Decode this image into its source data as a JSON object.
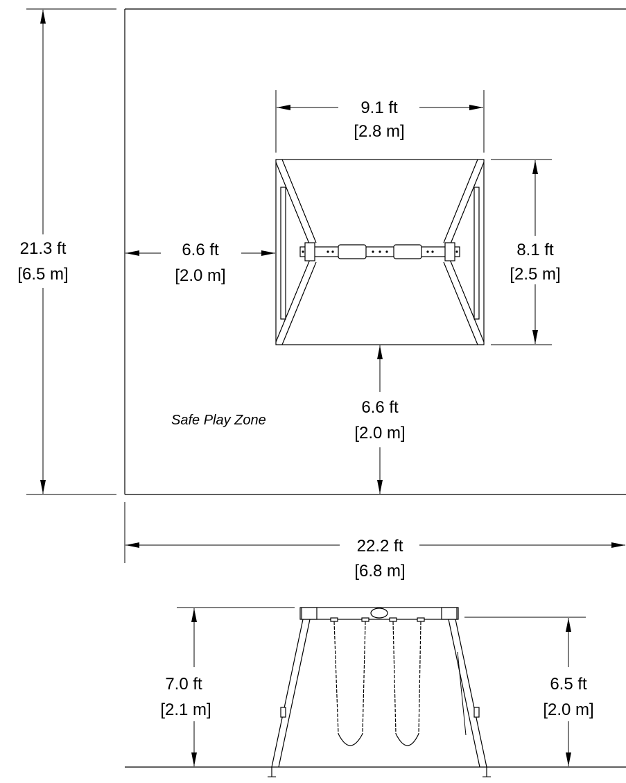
{
  "dimensions": {
    "total_depth": {
      "ft": "21.3 ft",
      "m": "[6.5 m]"
    },
    "frame_width": {
      "ft": "9.1 ft",
      "m": "[2.8 m]"
    },
    "side_clearance": {
      "ft": "6.6 ft",
      "m": "[2.0 m]"
    },
    "frame_depth": {
      "ft": "8.1 ft",
      "m": "[2.5 m]"
    },
    "front_clearance": {
      "ft": "6.6 ft",
      "m": "[2.0 m]"
    },
    "total_width": {
      "ft": "22.2 ft",
      "m": "[6.8 m]"
    },
    "beam_height": {
      "ft": "7.0 ft",
      "m": "[2.1 m]"
    },
    "swing_height": {
      "ft": "6.5 ft",
      "m": "[2.0 m]"
    }
  },
  "zone_label": "Safe Play Zone"
}
